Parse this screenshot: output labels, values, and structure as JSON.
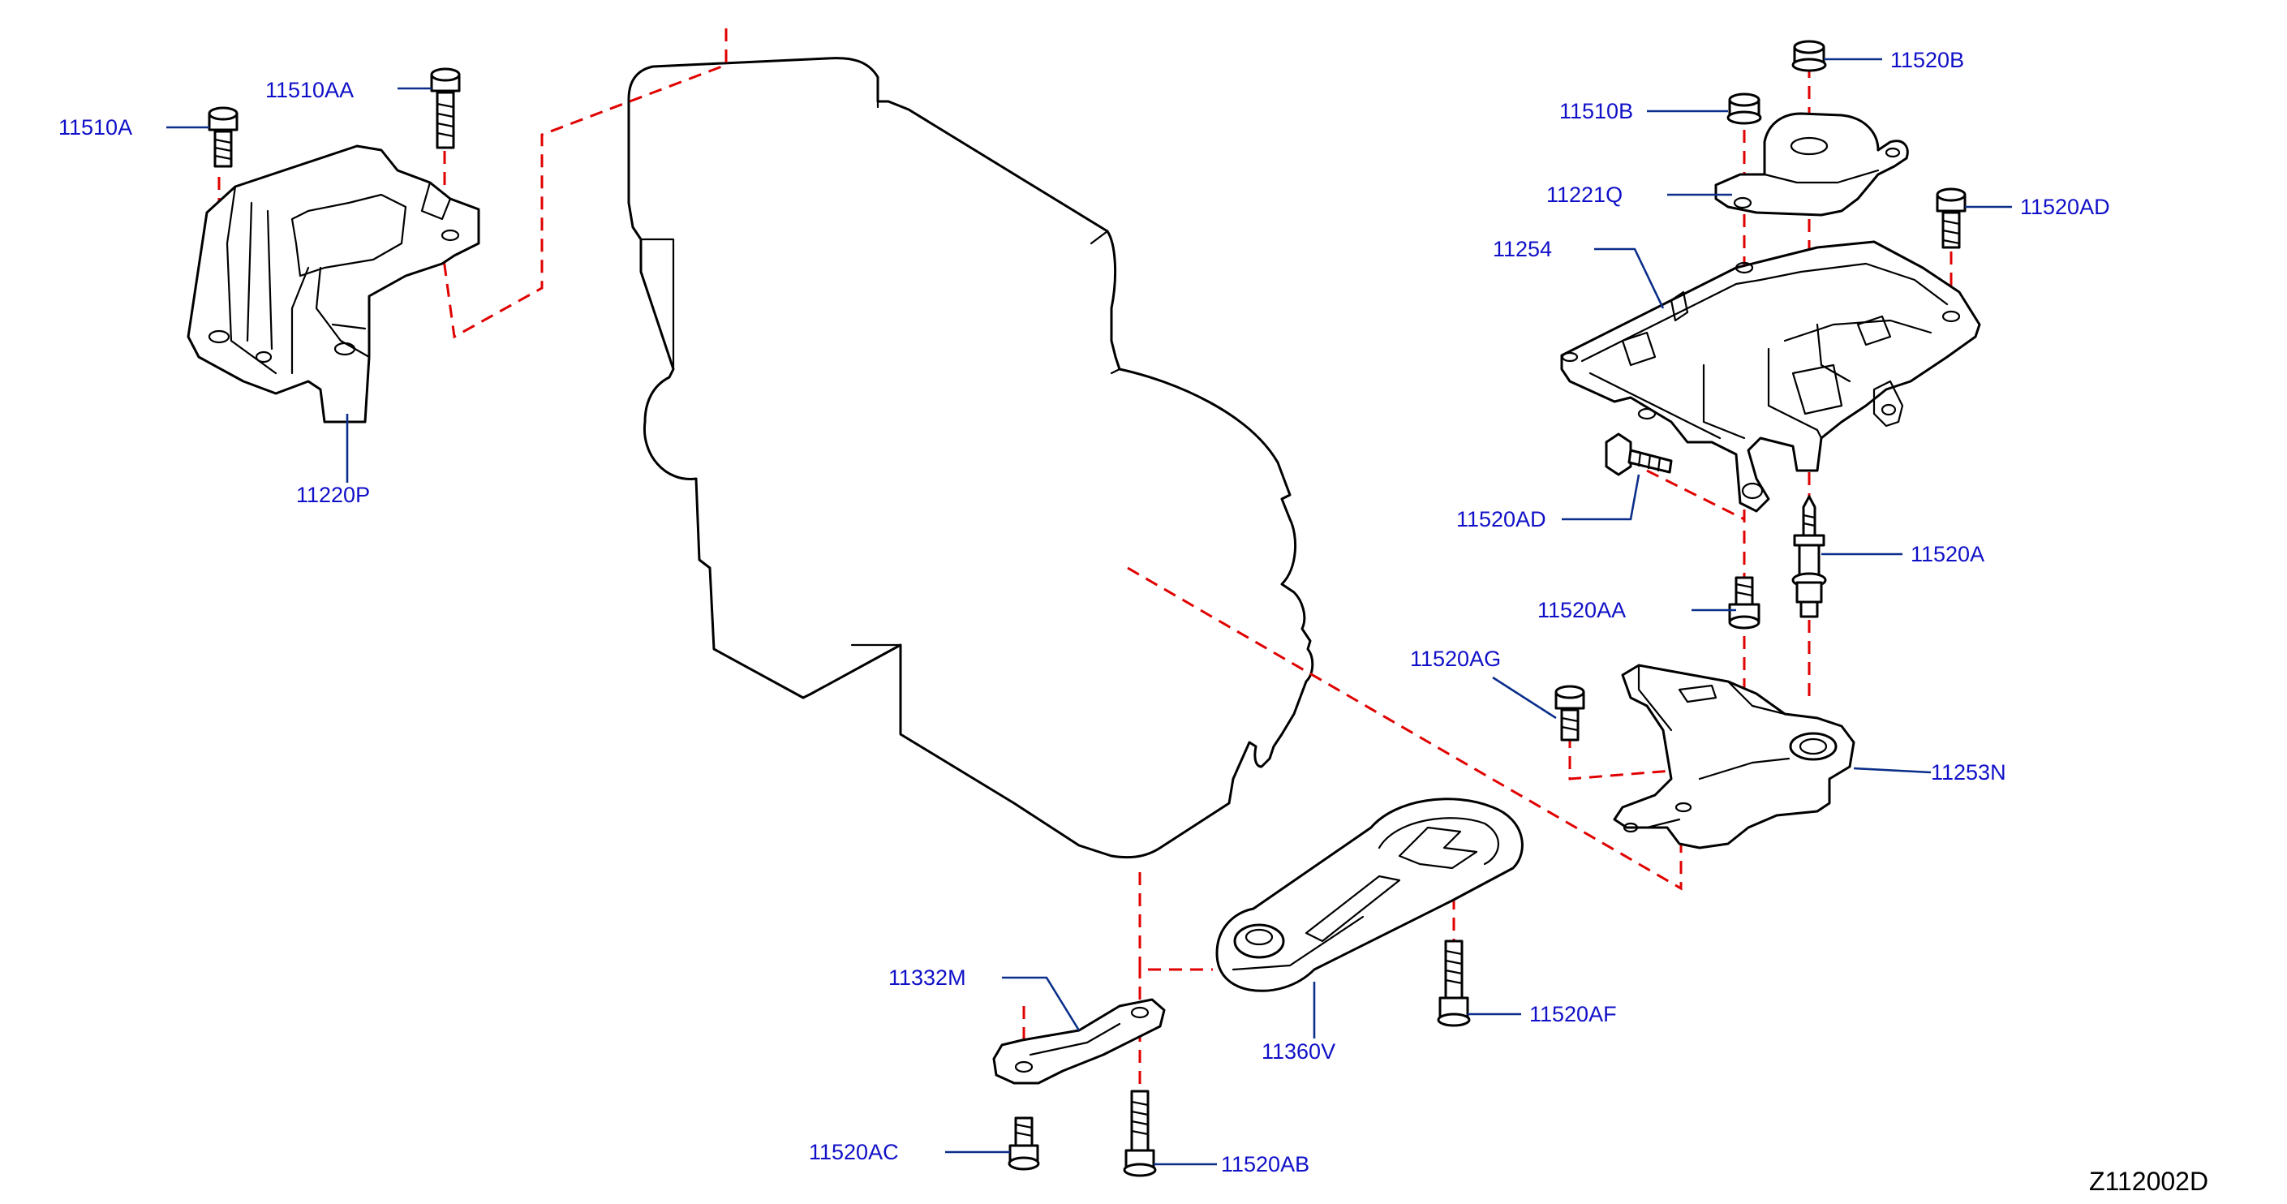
{
  "diagram_code": "Z112002D",
  "colors": {
    "callout": "#1010c8",
    "leader": "#0a2e8a",
    "alignment": "#e00000",
    "outline": "#000000"
  },
  "parts": [
    {
      "key": "p11510A",
      "label": "11510A",
      "kind": "bolt"
    },
    {
      "key": "p11510AA",
      "label": "11510AA",
      "kind": "bolt"
    },
    {
      "key": "p11220P",
      "label": "11220P",
      "kind": "engine-mount"
    },
    {
      "key": "p11520B",
      "label": "11520B",
      "kind": "nut"
    },
    {
      "key": "p11510B",
      "label": "11510B",
      "kind": "nut"
    },
    {
      "key": "p11221Q",
      "label": "11221Q",
      "kind": "insulator"
    },
    {
      "key": "p11520AD_top",
      "label": "11520AD",
      "kind": "bolt"
    },
    {
      "key": "p11254",
      "label": "11254",
      "kind": "bracket-frame"
    },
    {
      "key": "p11520AD_mid",
      "label": "11520AD",
      "kind": "bolt"
    },
    {
      "key": "p11520A",
      "label": "11520A",
      "kind": "stud"
    },
    {
      "key": "p11520AA",
      "label": "11520AA",
      "kind": "bolt"
    },
    {
      "key": "p11520AG",
      "label": "11520AG",
      "kind": "bolt"
    },
    {
      "key": "p11253N",
      "label": "11253N",
      "kind": "bracket"
    },
    {
      "key": "p11332M",
      "label": "11332M",
      "kind": "plate"
    },
    {
      "key": "p11360V",
      "label": "11360V",
      "kind": "torque-rod"
    },
    {
      "key": "p11520AF",
      "label": "11520AF",
      "kind": "bolt"
    },
    {
      "key": "p11520AC",
      "label": "11520AC",
      "kind": "bolt"
    },
    {
      "key": "p11520AB",
      "label": "11520AB",
      "kind": "bolt"
    }
  ]
}
